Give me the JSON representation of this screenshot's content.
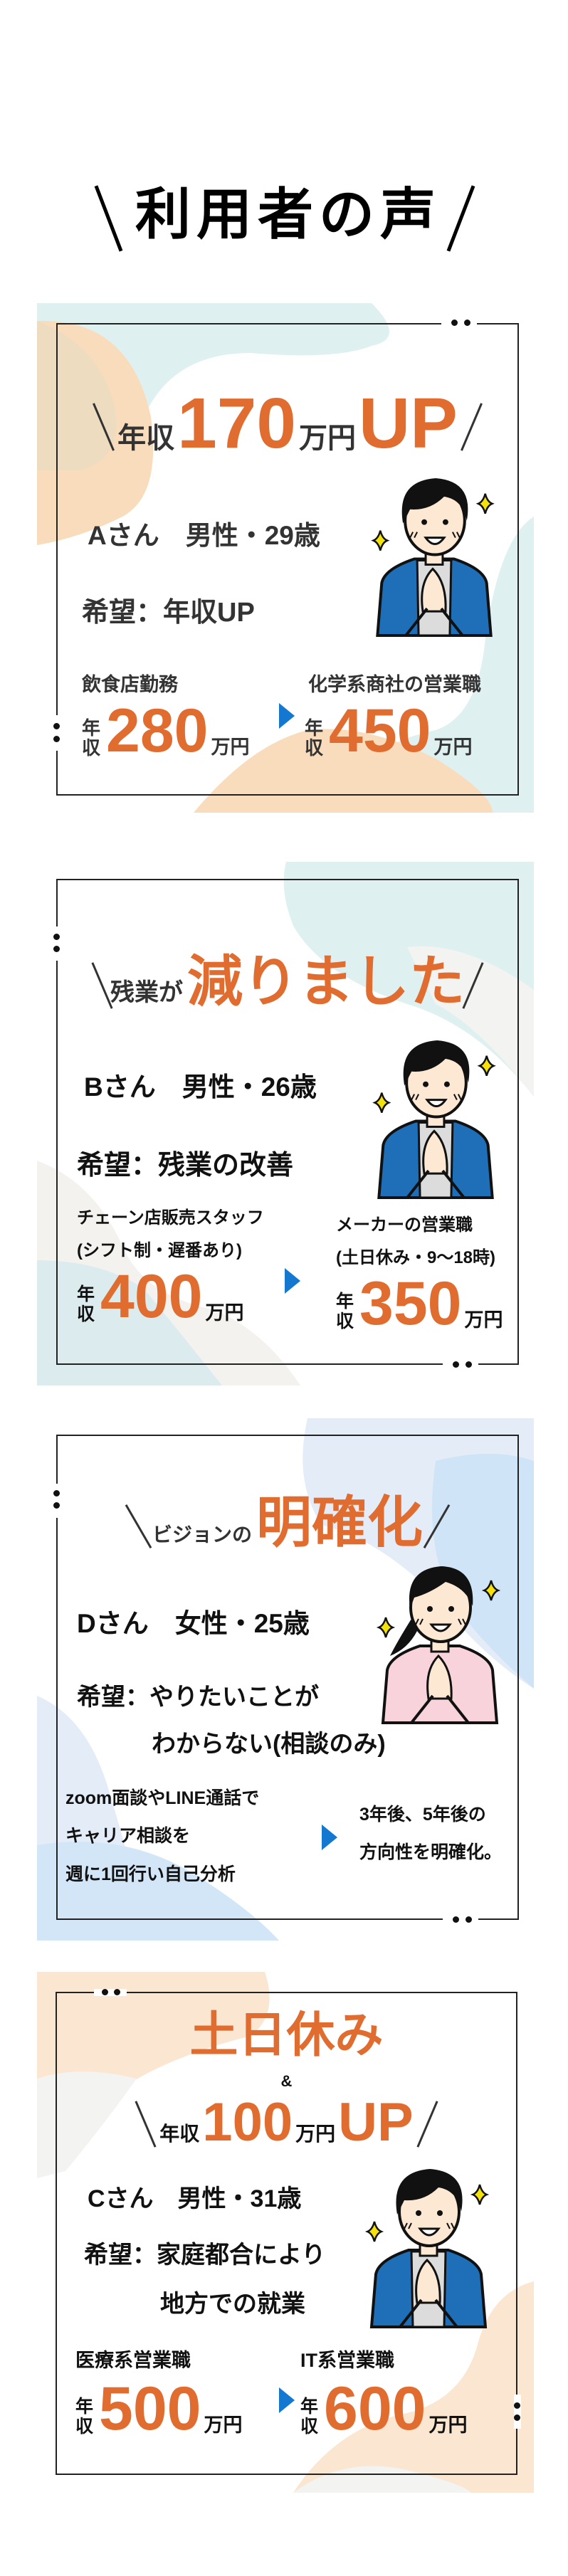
{
  "title": "利用者の声",
  "cards": [
    {
      "headline": {
        "prefix": "年収",
        "big": "170",
        "unit": "万円",
        "suffix": "UP"
      },
      "profile": "Aさん　男性・29歳",
      "wish": "希望：年収UP",
      "before": {
        "job": "飲食店勤務",
        "label": "年収",
        "amount": "280",
        "unit": "万円"
      },
      "after": {
        "job": "化学系商社の営業職",
        "label": "年収",
        "amount": "450",
        "unit": "万円"
      }
    },
    {
      "headline": {
        "prefix": "残業が",
        "big": "減りました"
      },
      "profile": "Bさん　男性・26歳",
      "wish": "希望：残業の改善",
      "before": {
        "job": "チェーン店販売スタッフ",
        "job2": "(シフト制・遅番あり)",
        "label": "年収",
        "amount": "400",
        "unit": "万円"
      },
      "after": {
        "job": "メーカーの営業職",
        "job2": "(土日休み・9〜18時)",
        "label": "年収",
        "amount": "350",
        "unit": "万円"
      }
    },
    {
      "headline": {
        "prefix": "ビジョンの",
        "big": "明確化"
      },
      "profile": "Dさん　女性・25歳",
      "wish": "希望：やりたいことが",
      "wish2": "わからない(相談のみ)",
      "before": {
        "lines": [
          "zoom面談やLINE通話で",
          "キャリア相談を",
          "週に1回行い自己分析"
        ]
      },
      "after": {
        "lines": [
          "3年後、5年後の",
          "方向性を明確化。"
        ]
      }
    },
    {
      "headline": {
        "top": "土日休み",
        "amp": "&",
        "prefix": "年収",
        "big": "100",
        "unit": "万円",
        "suffix": "UP"
      },
      "profile": "Cさん　男性・31歳",
      "wish": "希望：家庭都合により",
      "wish2": "地方での就業",
      "before": {
        "job": "医療系営業職",
        "label": "年収",
        "amount": "500",
        "unit": "万円"
      },
      "after": {
        "job": "IT系営業職",
        "label": "年収",
        "amount": "600",
        "unit": "万円"
      }
    }
  ],
  "colors": {
    "accent": "#e06c2f",
    "arrow": "#1478d0",
    "text": "#333333"
  }
}
